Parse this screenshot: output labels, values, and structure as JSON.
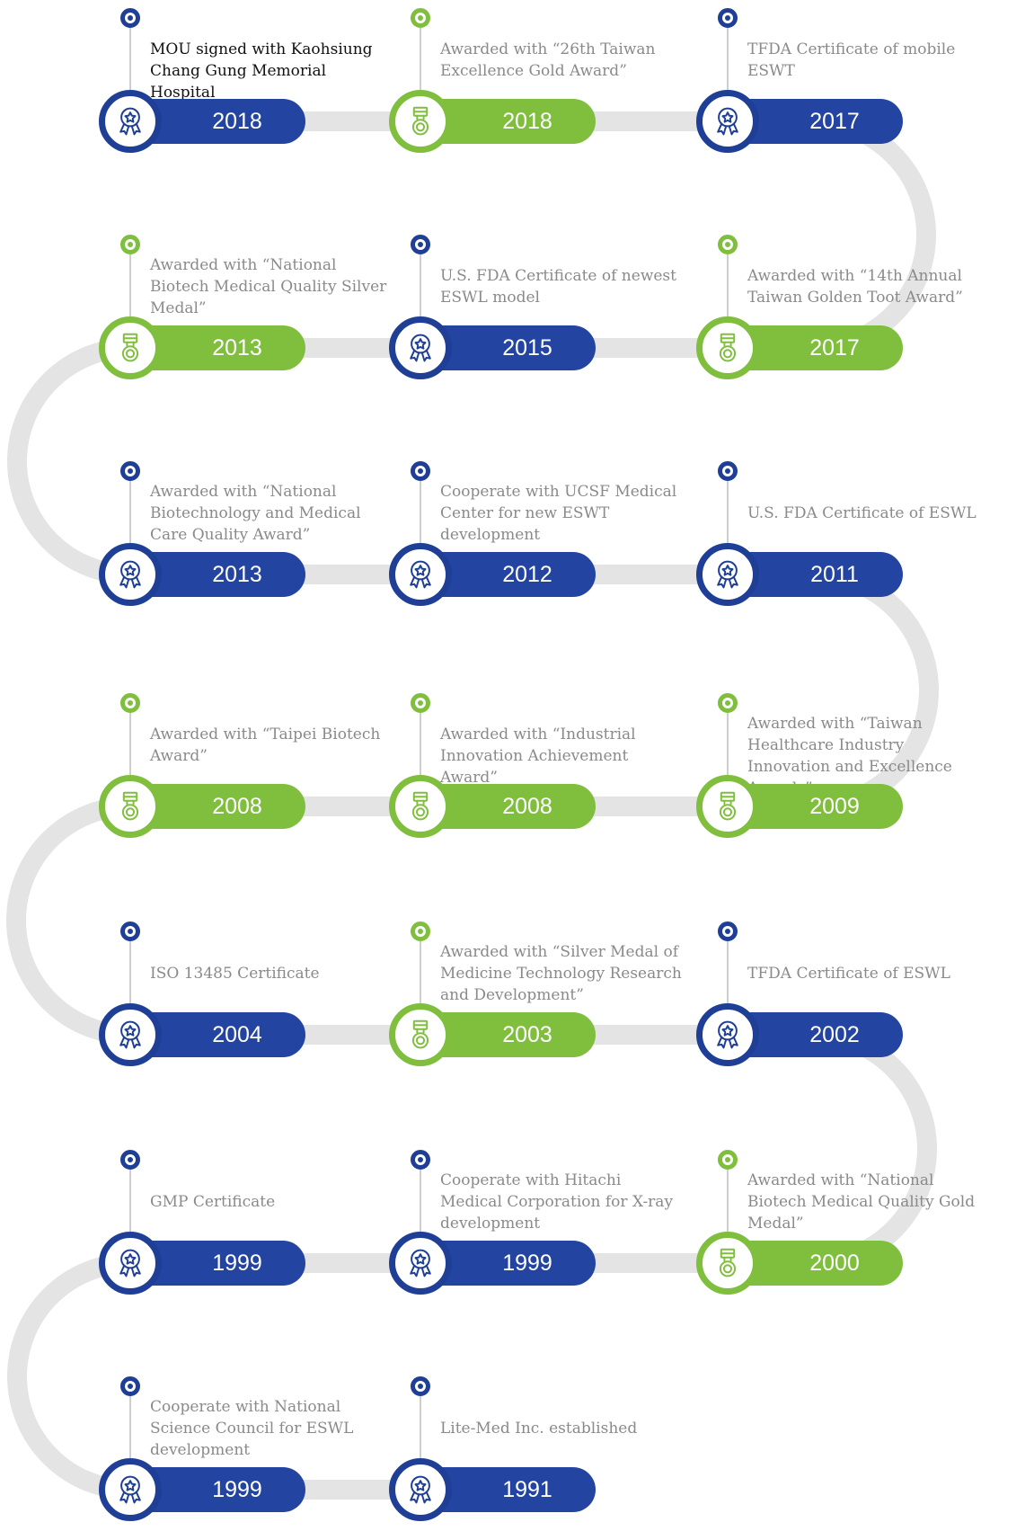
{
  "colors": {
    "blue": "#2344a0",
    "blue_ring": "#1f3f96",
    "green": "#80be3e",
    "track": "#e4e4e4"
  },
  "milestones": [
    {
      "year": "2018",
      "text": "MOU signed with Kaohsiung Chang Gung Memorial Hospital",
      "color": "blue",
      "icon": "ribbon-award-icon",
      "dark": true
    },
    {
      "year": "2018",
      "text": "Awarded with “26th Taiwan Excellence Gold Award”",
      "color": "green",
      "icon": "medal-icon"
    },
    {
      "year": "2017",
      "text": "TFDA Certificate of mobile ESWT",
      "color": "blue",
      "icon": "ribbon-award-icon"
    },
    {
      "year": "2017",
      "text": "Awarded with “14th Annual Taiwan Golden Toot Award”",
      "color": "green",
      "icon": "medal-icon"
    },
    {
      "year": "2015",
      "text": "U.S. FDA Certificate of newest ESWL model",
      "color": "blue",
      "icon": "ribbon-award-icon"
    },
    {
      "year": "2013",
      "text": "Awarded with “National Biotech Medical Quality Silver Medal”",
      "color": "green",
      "icon": "medal-icon"
    },
    {
      "year": "2013",
      "text": "Awarded with “National Biotechnology and Medical Care Quality Award”",
      "color": "blue",
      "icon": "ribbon-award-icon"
    },
    {
      "year": "2012",
      "text": "Cooperate with UCSF Medical Center for new ESWT development",
      "color": "blue",
      "icon": "ribbon-award-icon"
    },
    {
      "year": "2011",
      "text": "U.S. FDA Certificate of ESWL",
      "color": "blue",
      "icon": "ribbon-award-icon"
    },
    {
      "year": "2009",
      "text": "Awarded with “Taiwan Healthcare Industry Innovation and Excellence Awards”",
      "color": "green",
      "icon": "medal-icon"
    },
    {
      "year": "2008",
      "text": "Awarded with “Industrial Innovation Achievement Award”",
      "color": "green",
      "icon": "medal-icon"
    },
    {
      "year": "2008",
      "text": "Awarded with “Taipei Biotech Award”",
      "color": "green",
      "icon": "medal-icon"
    },
    {
      "year": "2004",
      "text": "ISO 13485 Certificate",
      "color": "blue",
      "icon": "ribbon-award-icon"
    },
    {
      "year": "2003",
      "text": "Awarded with “Silver Medal of Medicine Technology Research and Development”",
      "color": "green",
      "icon": "medal-icon"
    },
    {
      "year": "2002",
      "text": "TFDA Certificate of ESWL",
      "color": "blue",
      "icon": "ribbon-award-icon"
    },
    {
      "year": "2000",
      "text": "Awarded with “National Biotech Medical Quality Gold Medal”",
      "color": "green",
      "icon": "medal-icon"
    },
    {
      "year": "1999",
      "text": "Cooperate with Hitachi Medical Corporation for X-ray development",
      "color": "blue",
      "icon": "ribbon-award-icon"
    },
    {
      "year": "1999",
      "text": "GMP Certificate",
      "color": "blue",
      "icon": "ribbon-award-icon"
    },
    {
      "year": "1999",
      "text": "Cooperate with National Science Council for ESWL development",
      "color": "blue",
      "icon": "ribbon-award-icon"
    },
    {
      "year": "1991",
      "text": "Lite-Med Inc. established",
      "color": "blue",
      "icon": "ribbon-award-icon"
    }
  ]
}
